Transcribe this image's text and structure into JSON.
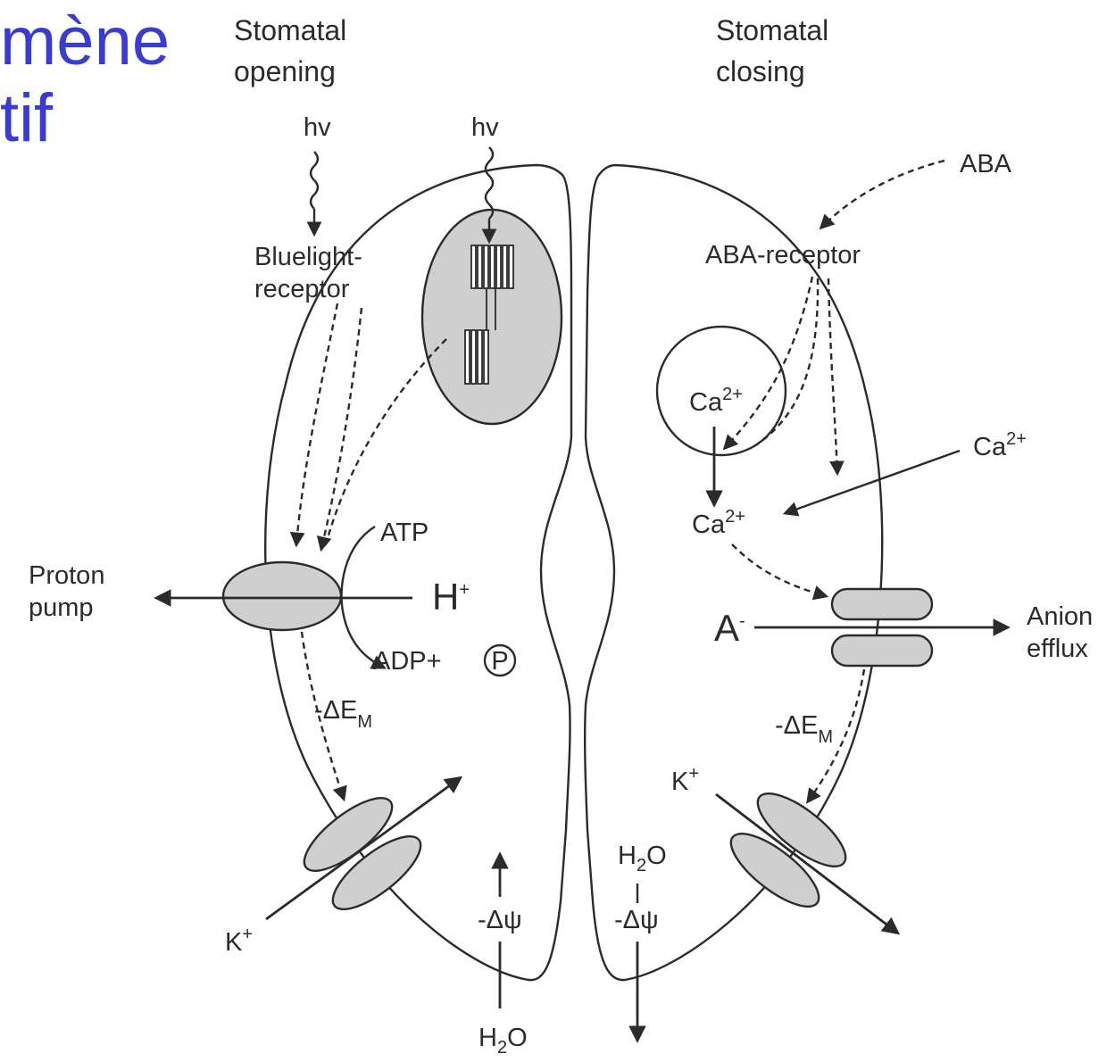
{
  "slide": {
    "title_lines": [
      "mène",
      "tif"
    ]
  },
  "diagram": {
    "opening": {
      "heading_lines": [
        "Stomatal",
        "opening"
      ],
      "hv_left": "hv",
      "hv_right": "hv",
      "receptor_lines": [
        "Bluelight-",
        "receptor"
      ],
      "atp": "ATP",
      "h_plus": "H",
      "h_plus_sup": "+",
      "adp": "ADP+",
      "phosphate": "P",
      "proton_pump_lines": [
        "Proton",
        "pump"
      ],
      "delta_em": "-ΔE",
      "delta_em_sub": "M",
      "k_plus": "K",
      "k_plus_sup": "+",
      "delta_psi": "-Δψ",
      "water": "H",
      "water_sub": "2",
      "water_o": "O"
    },
    "closing": {
      "heading_lines": [
        "Stomatal",
        "closing"
      ],
      "aba": "ABA",
      "aba_receptor": "ABA-receptor",
      "ca_vacuole": "Ca",
      "ca_vacuole_sup": "2+",
      "ca_external": "Ca",
      "ca_external_sup": "2+",
      "ca_cytosol": "Ca",
      "ca_cytosol_sup": "2+",
      "anion": "A",
      "anion_sup": "-",
      "anion_efflux_lines": [
        "Anion",
        "efflux"
      ],
      "delta_em": "-ΔE",
      "delta_em_sub": "M",
      "k_plus": "K",
      "k_plus_sup": "+",
      "water": "H",
      "water_sub": "2",
      "water_o": "O",
      "delta_psi": "-Δψ"
    }
  },
  "colors": {
    "title": "#3a3ad6",
    "line": "#2b2b2b",
    "organelle_fill": "#cfcfcf"
  }
}
